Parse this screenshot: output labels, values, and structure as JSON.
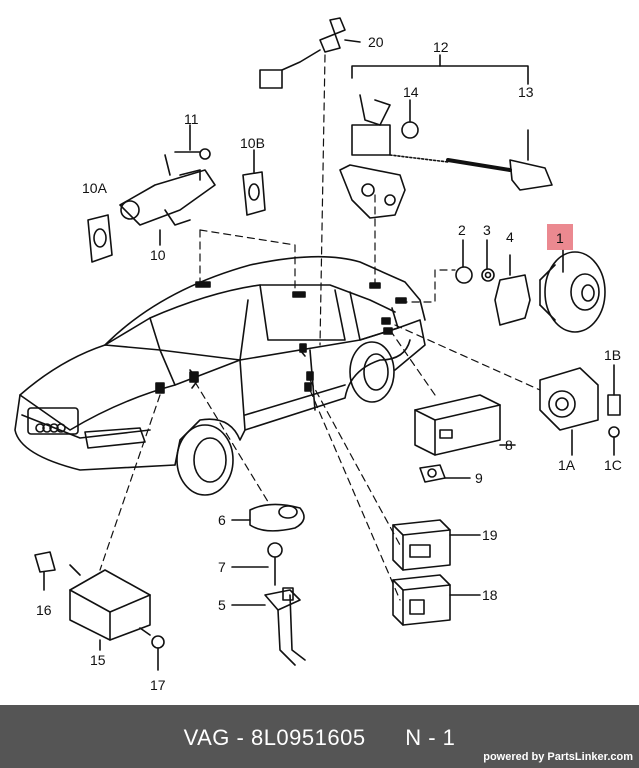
{
  "callouts": {
    "c1": "1",
    "c1A": "1A",
    "c1B": "1B",
    "c1C": "1C",
    "c2": "2",
    "c3": "3",
    "c4": "4",
    "c5": "5",
    "c6": "6",
    "c7": "7",
    "c8": "8",
    "c9": "9",
    "c10": "10",
    "c10A": "10A",
    "c10B": "10B",
    "c11": "11",
    "c12": "12",
    "c13": "13",
    "c14": "14",
    "c15": "15",
    "c16": "16",
    "c17": "17",
    "c18": "18",
    "c19": "19",
    "c20": "20"
  },
  "highlight_color": "#e8747c",
  "footer": {
    "part_code": "VAG - 8L0951605      N - 1",
    "brand": "powered by PartsLinker.com"
  }
}
